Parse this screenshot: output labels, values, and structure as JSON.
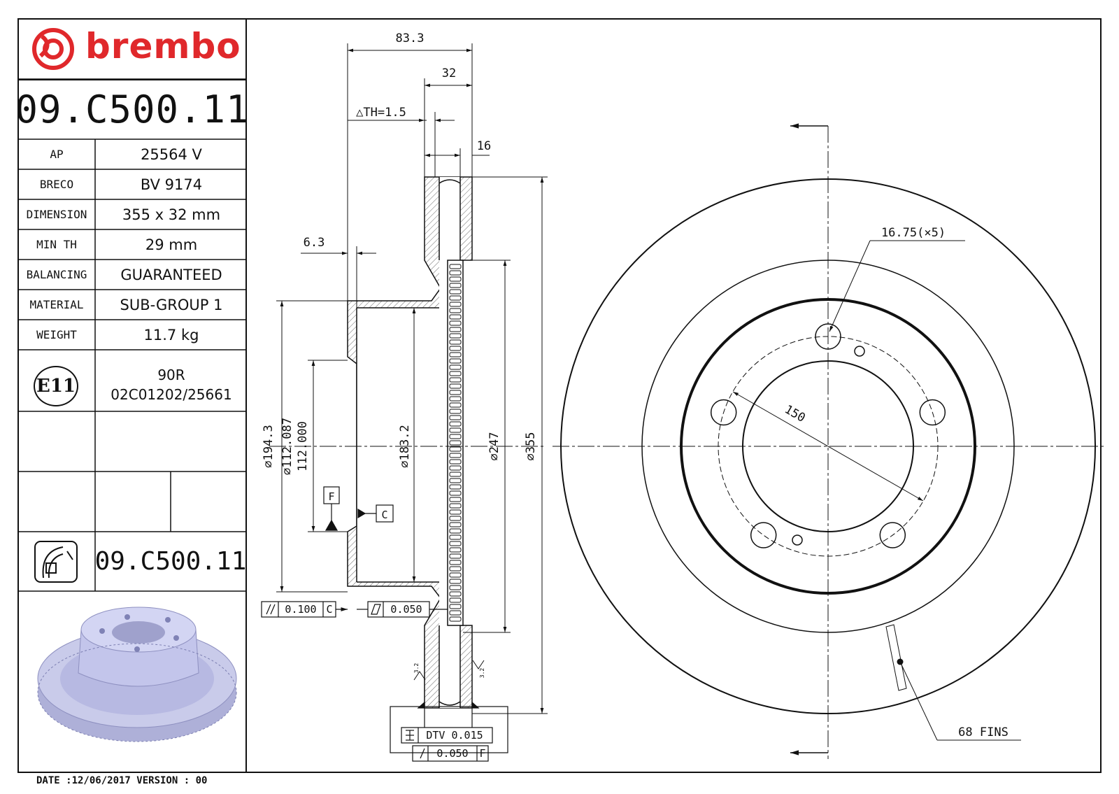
{
  "title_block": {
    "brand": "brembo",
    "part_number": "09.C500.11",
    "specs": [
      {
        "key": "AP",
        "value": "25564 V"
      },
      {
        "key": "BRECO",
        "value": "BV 9174"
      },
      {
        "key": "DIMENSION",
        "value": "355 x 32 mm"
      },
      {
        "key": "MIN TH",
        "value": "29 mm"
      },
      {
        "key": "BALANCING",
        "value": "GUARANTEED"
      },
      {
        "key": "MATERIAL",
        "value": "SUB-GROUP 1"
      },
      {
        "key": "WEIGHT",
        "value": "11.7 kg"
      }
    ],
    "homologation": {
      "mark": "E11",
      "line1": "90R",
      "line2": "02C01202/25661"
    },
    "part_number_repeat": "09.C500.11",
    "footer": "DATE :12/06/2017 VERSION : 00"
  },
  "drawing": {
    "dim_overall_width": "83.3",
    "dim_thickness": "32",
    "dim_th_tolerance": "△TH=1.5",
    "dim_fin": "16",
    "dim_offset": "6.3",
    "dia_194": "⌀194.3",
    "dia_112a": "⌀112.087",
    "dia_112b": "112.000",
    "dia_183": "⌀183.2",
    "dia_247": "⌀247",
    "dia_355": "⌀355",
    "datum_f": "F",
    "datum_c": "C",
    "tol_parallel": "0.100",
    "tol_parallel_ref": "C",
    "tol_flat": "0.050",
    "tol_dtv_label": "DTV 0.015",
    "tol_runout": "0.050",
    "tol_runout_ref": "F",
    "rough_a": "3.2",
    "rough_b": "3.2",
    "hole_note": "16.75(×5)",
    "pcd": "150",
    "fins_note": "68 FINS"
  },
  "colors": {
    "brand_red": "#e0282b",
    "line": "#111111",
    "hatch": "#444444",
    "render_blue": "#c9cbea"
  }
}
